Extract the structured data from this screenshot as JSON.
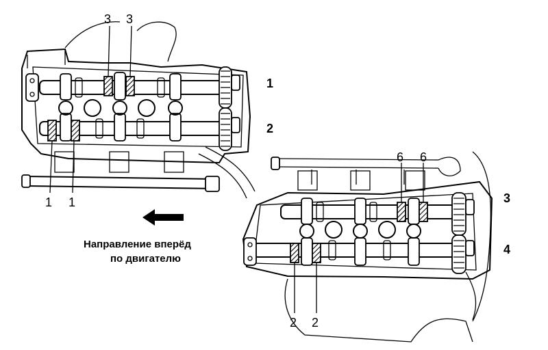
{
  "diagram": {
    "top_assembly": {
      "callout_numbers": [
        "3",
        "3"
      ],
      "bottom_numbers": [
        "1",
        "1"
      ],
      "side_labels": [
        "1",
        "2"
      ]
    },
    "bottom_assembly": {
      "callout_numbers": [
        "6",
        "6"
      ],
      "bottom_numbers": [
        "2",
        "2"
      ],
      "side_labels": [
        "3",
        "4"
      ]
    },
    "direction": {
      "arrow_icon": "left-arrow-icon",
      "caption_line1": "Направление вперёд",
      "caption_line2": "по двигателю"
    }
  }
}
